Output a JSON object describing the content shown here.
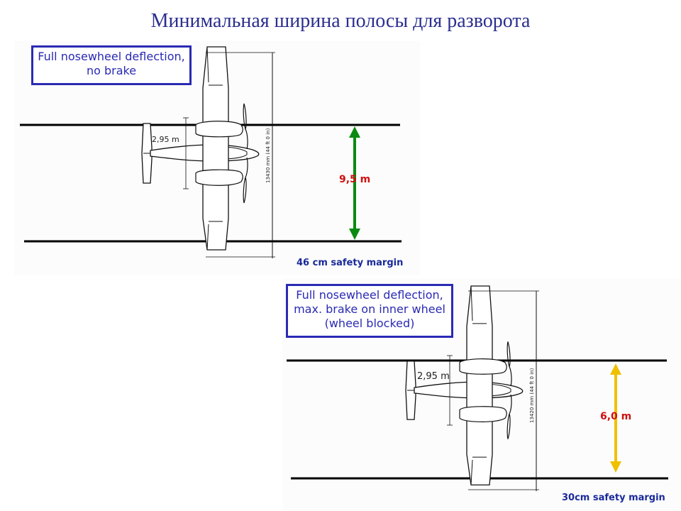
{
  "title": "Минимальная ширина полосы для разворота",
  "scenarios": [
    {
      "box_lines": [
        "Full nosewheel deflection,",
        "no brake"
      ],
      "distance": "9,5 m",
      "margin": "46 cm safety margin",
      "prop_dim": "2,95 m",
      "span_dim": "13430 mm (44 ft 0 in)",
      "arrow_color": "#0a8a12"
    },
    {
      "box_lines": [
        "Full nosewheel deflection,",
        "max. brake on inner wheel",
        "(wheel blocked)"
      ],
      "distance": "6,0 m",
      "margin": "30cm safety margin",
      "prop_dim": "2,95 m",
      "span_dim": "13420 mm (44 ft 0 in)",
      "arrow_color": "#f0c000"
    }
  ],
  "colors": {
    "title": "#2b2f8f",
    "box_border": "#2a2ab4",
    "distance_text": "#d01010"
  }
}
